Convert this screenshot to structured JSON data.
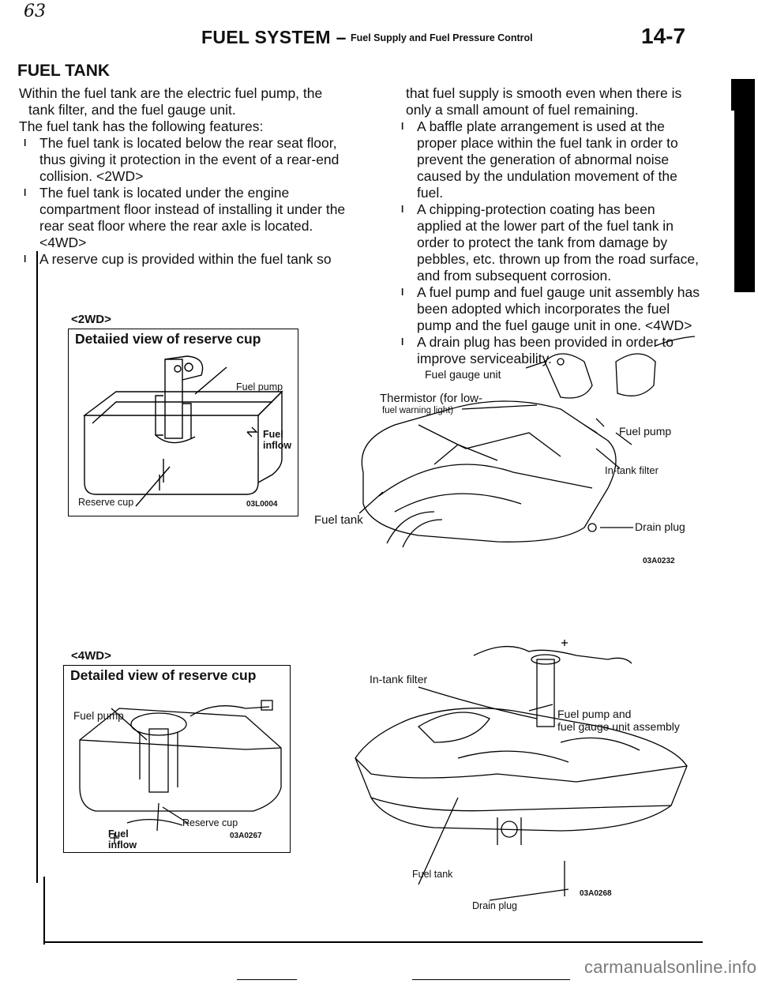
{
  "page_mark": "63",
  "header": {
    "section": "FUEL SYSTEM",
    "dash": "–",
    "subtitle": "Fuel Supply and Fuel Pressure Control",
    "page_number": "14-7"
  },
  "title": "FUEL TANK",
  "intro": [
    "Within the fuel tank are the electric fuel pump, the",
    "tank filter, and the fuel gauge unit.",
    "The fuel tank has the following features:"
  ],
  "bullet_symbol": "l",
  "left_bullets": [
    "The fuel tank is located below the rear seat floor, thus giving it protection in the event of a rear-end collision. <2WD>",
    "The fuel tank is located under the engine compartment floor instead of installing it under the rear seat floor where the rear axle is located. <4WD>",
    "A reserve cup is provided within the fuel tank so"
  ],
  "right_continuation": "that fuel supply is smooth even when there is only a small amount of fuel remaining.",
  "right_bullets": [
    "A baffle plate arrangement is used at the proper place within the fuel tank in order to prevent the generation of abnormal noise caused by the undulation movement of the fuel.",
    "A chipping-protection coating has been applied at the lower part of the fuel tank in order to protect the tank from damage by pebbles, etc. thrown up from the road surface, and from subsequent corrosion.",
    "A fuel pump and fuel gauge unit assembly has been adopted which incorporates the fuel pump and the fuel gauge unit in one. <4WD>",
    "A drain plug has been provided in order to improve serviceability."
  ],
  "figure_2wd": {
    "variant": "<2WD>",
    "box_title": "Detaiied view of reserve cup",
    "labels": {
      "fuel_pump": "Fuel pump",
      "fuel_inflow_1": "Fuel",
      "fuel_inflow_2": "inflow",
      "reserve_cup": "Reserve cup",
      "code": "03L0004"
    }
  },
  "figure_2wd_tank": {
    "labels": {
      "fuel_gauge_unit": "Fuel gauge unit",
      "thermistor": "Thermistor (for low-",
      "thermistor_2": "fuel warning light)",
      "fuel_pump": "Fuel pump",
      "in_tank_filter": "In-tank filter",
      "fuel_tank": "Fuel tank",
      "drain_plug": "Drain plug",
      "code": "03A0232"
    }
  },
  "figure_4wd": {
    "variant": "<4WD>",
    "box_title": "Detailed view of reserve cup",
    "labels": {
      "fuel_pump": "Fuel pump",
      "reserve_cup": "Reserve cup",
      "fuel_inflow_1": "Fuel",
      "fuel_inflow_2": "inflow",
      "code": "03A0267"
    }
  },
  "figure_4wd_tank": {
    "labels": {
      "in_tank_filter": "In-tank filter",
      "assembly_1": "Fuel pump and",
      "assembly_2": "fuel gauge unit assembly",
      "fuel_tank": "Fuel tank",
      "drain_plug": "Drain plug",
      "code": "03A0268"
    }
  },
  "watermark": "carmanualsonline.info"
}
